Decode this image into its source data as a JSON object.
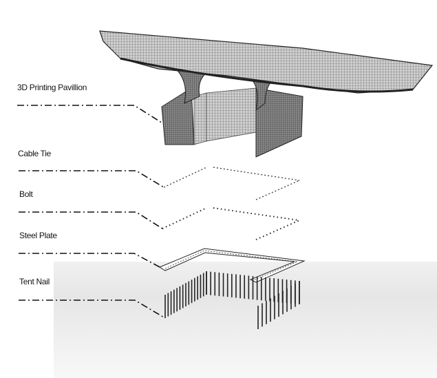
{
  "layers": [
    {
      "label": "3D Printing Pavillion"
    },
    {
      "label": "Cable Tie"
    },
    {
      "label": "Bolt"
    },
    {
      "label": "Steel Plate"
    },
    {
      "label": "Tent Nail"
    }
  ]
}
